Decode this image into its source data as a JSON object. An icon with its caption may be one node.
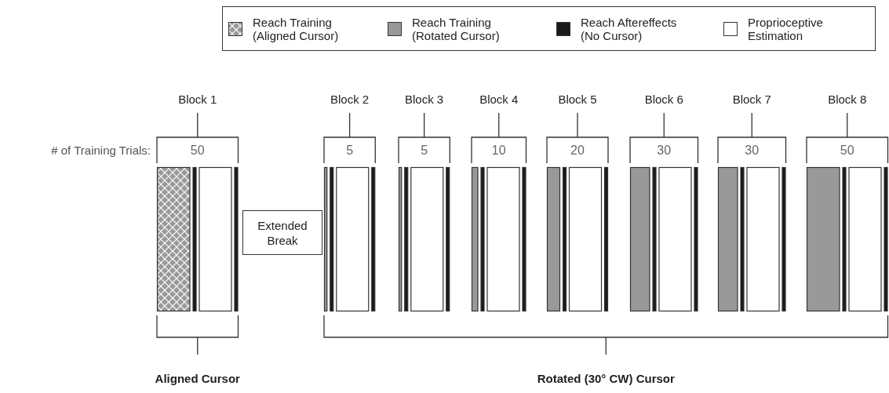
{
  "diagram": {
    "nodes": [
      {
        "text": [
          "Extended Break"
        ]
      }
    ],
    "labels": [
      "Block 1",
      "Block 2",
      "Block 3",
      "Block 4",
      "Block 5",
      "Block 6",
      "Block 7",
      "Block 8",
      "# of Training Trials:",
      "50",
      "5",
      "5",
      "10",
      "20",
      "30",
      "30",
      "50",
      "Aligned Cursor",
      "Rotated (30° CW) Cursor"
    ],
    "legend": [
      {
        "text": "Reach Training (Aligned Cursor)"
      },
      {
        "text": "Reach Training (Rotated Cursor)",
        "color": "#999999"
      },
      {
        "text": "Reach Aftereffects (No Cursor)",
        "color": "#1a1a1a"
      },
      {
        "text": "Proprioceptive Estimation",
        "color": "#ffffff"
      }
    ]
  }
}
